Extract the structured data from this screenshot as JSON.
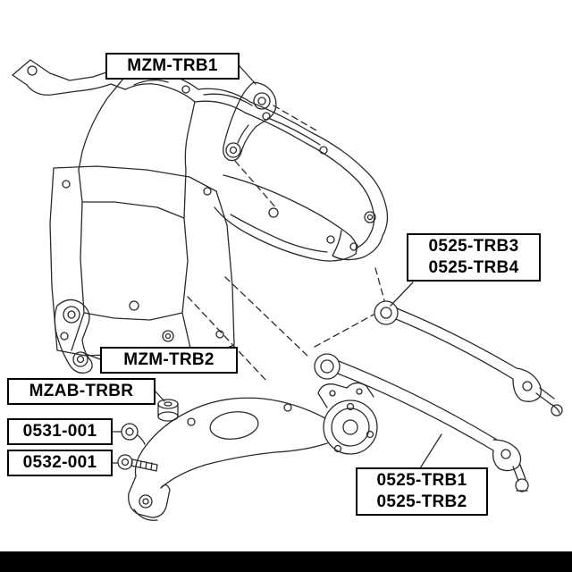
{
  "diagram": {
    "title": "rear-suspension-subframe-parts-diagram",
    "labels": {
      "mzm_trb1": "MZM-TRB1",
      "mzm_trb2": "MZM-TRB2",
      "mzab_trbr": "MZAB-TRBR",
      "p0531": "0531-001",
      "p0532": "0532-001",
      "trb3": "0525-TRB3",
      "trb4": "0525-TRB4",
      "trb1": "0525-TRB1",
      "trb2": "0525-TRB2"
    },
    "colors": {
      "background": "#ffffff",
      "line": "#2b2b2b",
      "label_border": "#000000",
      "label_text": "#000000",
      "footer_bar": "#000000"
    },
    "parts": [
      {
        "id": "mzm_trb1",
        "description": "upper mounting bracket"
      },
      {
        "id": "mzm_trb2",
        "description": "lower-left mounting bracket"
      },
      {
        "id": "mzab_trbr",
        "description": "arm bushing"
      },
      {
        "id": "p0531",
        "description": "washer"
      },
      {
        "id": "p0532",
        "description": "bolt"
      },
      {
        "id": "trb3_trb4",
        "description": "upper lateral rod with tie rod end"
      },
      {
        "id": "trb1_trb2",
        "description": "lower lateral rod with ball joint"
      }
    ]
  }
}
